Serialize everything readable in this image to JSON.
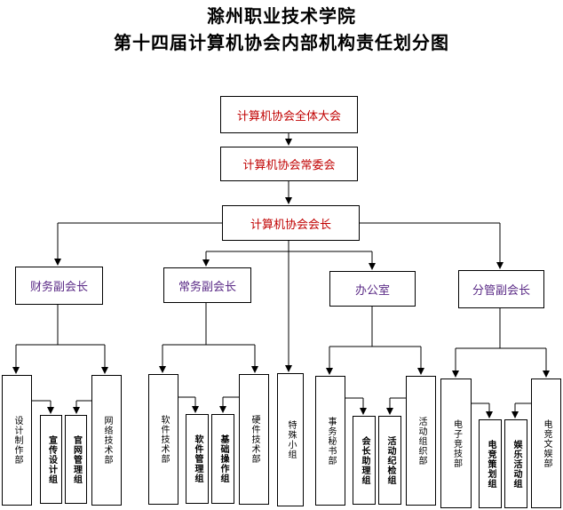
{
  "titles": {
    "school": "滁州职业技术学院",
    "chart": "第十四届计算机协会内部机构责任划分图"
  },
  "top": {
    "assembly": "计算机协会全体大会",
    "standing": "计算机协会常委会",
    "president": "计算机协会会长"
  },
  "mid": {
    "finance": "财务副会长",
    "general": "常务副会长",
    "office": "办公室",
    "manage": "分管副会长"
  },
  "leaves": {
    "design": "设计制作部",
    "publicity": "宣传设计组",
    "website": "官网管理组",
    "network": "网络技术部",
    "software_dept": "软件技术部",
    "software_group": "软件管理组",
    "basic_ops": "基础操作组",
    "hardware": "硬件技术部",
    "special": "特殊小组",
    "affairs": "事务秘书部",
    "assistant": "会长助理组",
    "discipline": "活动纪检组",
    "organize": "活动组织部",
    "esports_tech": "电子竞技部",
    "esports_plan": "电竞策划组",
    "entertainment": "娱乐活动组",
    "esports_culture": "电竞文娱部"
  }
}
